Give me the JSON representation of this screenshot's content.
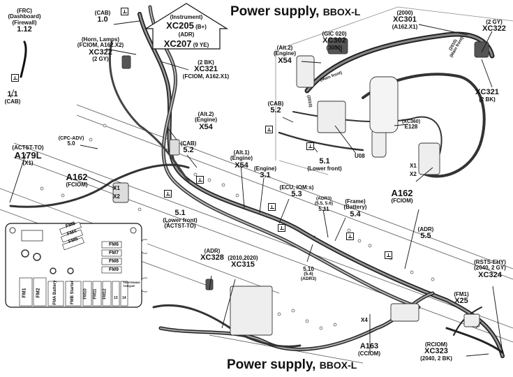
{
  "titles": {
    "top": {
      "main": "Power supply, ",
      "sub": "BBOX-L"
    },
    "bottom": {
      "main": "Power supply, ",
      "sub": "BBOX-L"
    }
  },
  "callout": {
    "line1_small": "(Instrument)",
    "line2_big": "XC205",
    "line2_small": " (B+)",
    "line3_small": "(ADR)",
    "line4_big": "XC207",
    "line4_small": " (9 YE)"
  },
  "labels": {
    "frc": {
      "l1": "(FRC)",
      "l2": "(Dashboard)",
      "l3": "(Firewall)",
      "code": "1.12"
    },
    "cab_1_1": {
      "code": "1.1",
      "l1": "(CAB)"
    },
    "cab_1_0": {
      "l1": "(CAB)",
      "code": "1.0"
    },
    "xc322_left": {
      "l1": "(Horn, Lamps)",
      "l2": "(FCIOM, A162.X2)",
      "code": "XC322",
      "l3": "(2 GY)"
    },
    "xc321_left": {
      "l1": "(2 BK)",
      "code": "XC321",
      "l2": "(FCIOM, A162.X1)"
    },
    "x54_alt2_left": {
      "l1": "(Alt.2)",
      "l2": "(Engine)",
      "code": "X54"
    },
    "cpc_adv": {
      "l1": "(CPC-ADV)",
      "code": "5.0"
    },
    "a179l": {
      "l1": "(ACTST-TO)",
      "code": "A179L",
      "l2": "(X1)"
    },
    "a162_left": {
      "code": "A162",
      "l1": "(FCIOM)",
      "x1": "X1",
      "x2": "X2"
    },
    "cab_5_2_left": {
      "l1": "(CAB)",
      "code": "5.2"
    },
    "x54_alt1": {
      "l1": "(Alt.1)",
      "l2": "(Engine)",
      "code": "X54"
    },
    "lower_front_5_1_left": {
      "code": "5.1",
      "l1": "(Lower front)",
      "l2": "(ACTST-TO)"
    },
    "engine_3_1": {
      "l1": "(Engine)",
      "code": "3.1"
    },
    "ecu_5_3": {
      "l1": "(ECU, IOM:s)",
      "code": "5.3"
    },
    "adr3_5_11": {
      "l1": "(ADR3)",
      "l2": "(5.5, 5.6)",
      "code": "5.11"
    },
    "frame_5_4": {
      "l1": "(Frame)",
      "l2": "(Battery)",
      "code": "5.4"
    },
    "adr_5_5": {
      "l1": "(ADR)",
      "code": "5.5"
    },
    "adr3_5_10": {
      "code": "5.10",
      "l1": "(5.4)",
      "l2": "(ADR3)"
    },
    "xc328": {
      "l1": "(ADR)",
      "code": "XC328"
    },
    "xc315": {
      "l1": "(2010,2020)",
      "code": "XC315"
    },
    "xc324": {
      "l1": "(RSTS-EHY)",
      "l2": "(2040, 2 GY)",
      "code": "XC324"
    },
    "x25": {
      "l1": "(FM1)",
      "code": "X25"
    },
    "a163": {
      "code": "A163",
      "l1": "(CCIOM)",
      "x4": "X4"
    },
    "xc323": {
      "l1": "(RCIOM)",
      "code": "XC323",
      "l2": "(2040, 2 BK)"
    },
    "x54_alt2_inset": {
      "l1": "(Alt.2)",
      "l2": "(Engine)",
      "code": "X54"
    },
    "xc302": {
      "l1": "(GIC 020)",
      "code": "XC302",
      "l2": "(3000)"
    },
    "main_front_inset": {
      "text": "(Main front)"
    },
    "tag_2010": {
      "text": "(2010)"
    },
    "xc301": {
      "l1": "(2000)",
      "code": "XC301",
      "l2": "(A162.X1)"
    },
    "xc322_inset": {
      "l1": "(2 GY)",
      "code": "XC322"
    },
    "main_front_2010": {
      "l1": "(2010)",
      "l2": "(Main front)"
    },
    "xc321_inset": {
      "code": "XC321",
      "l1": "(2 BK)"
    },
    "cab_5_2_inset": {
      "l1": "(CAB)",
      "code": "5.2"
    },
    "lower_front_5_1_inset": {
      "code": "5.1",
      "l1": "(Lower front)"
    },
    "u08": {
      "code": "U08"
    },
    "e128": {
      "l1": "(XC360)",
      "code": "E128"
    },
    "a162_inset": {
      "code": "A162",
      "l1": "(FCIOM)",
      "x1": "X1",
      "x2": "X2"
    }
  },
  "fusebox": {
    "top_fuses": [
      "FM3",
      "FM4",
      "FM5"
    ],
    "right_fuses": [
      "FM6",
      "FM7",
      "FM8",
      "FM9"
    ],
    "bottom_fuses": [
      "FM1",
      "FM2",
      "FMA Battery",
      "FMB Starter",
      "FM10",
      "FM11",
      "FM12",
      "13",
      "14"
    ],
    "torque_note": "TIGHTENING TORQUE"
  },
  "ground_symbols": [
    {
      "name": "ground-1-0"
    },
    {
      "name": "ground-1-1"
    },
    {
      "name": "ground-5-2-left"
    },
    {
      "name": "ground-5-1-left"
    },
    {
      "name": "ground-3-1"
    },
    {
      "name": "ground-5-3"
    },
    {
      "name": "ground-5-4"
    },
    {
      "name": "ground-5-5"
    },
    {
      "name": "ground-5-2-inset"
    },
    {
      "name": "ground-5-1-inset"
    }
  ]
}
